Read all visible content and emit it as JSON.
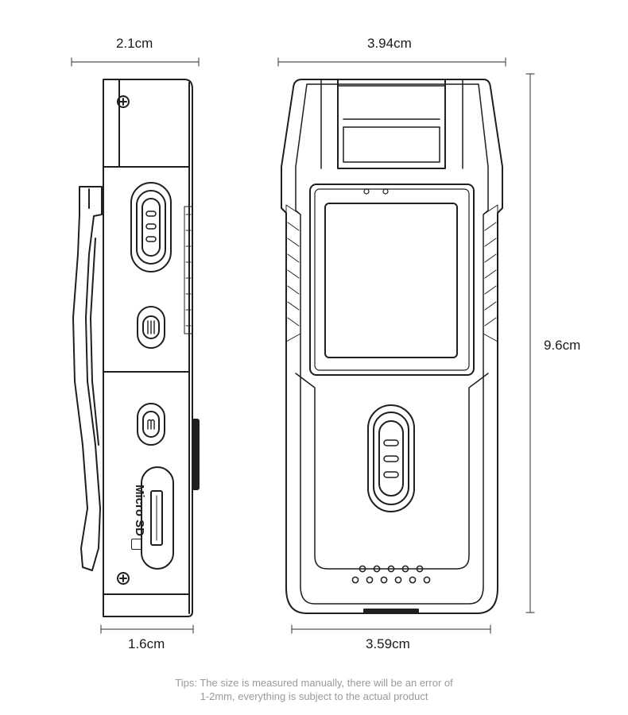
{
  "dimensions": {
    "side_top": "2.1cm",
    "side_bottom": "1.6cm",
    "front_top": "3.94cm",
    "front_bottom": "3.59cm",
    "height": "9.6cm"
  },
  "side_label": "Micro SD",
  "tips": {
    "line1": "Tips: The size is measured manually, there will be an error of",
    "line2": "1-2mm, everything is subject to the actual product"
  },
  "icons": {
    "screw": "screw-icon",
    "mode_button": "mode-button-icon",
    "power_button": "power-button-icon",
    "record_button": "record-button-icon",
    "speaker": "speaker-grille-icon",
    "sd_card": "sd-card-icon"
  },
  "colors": {
    "line": "#1f1f1f",
    "dim_line": "#555555",
    "tips": "#9a9a9a"
  }
}
